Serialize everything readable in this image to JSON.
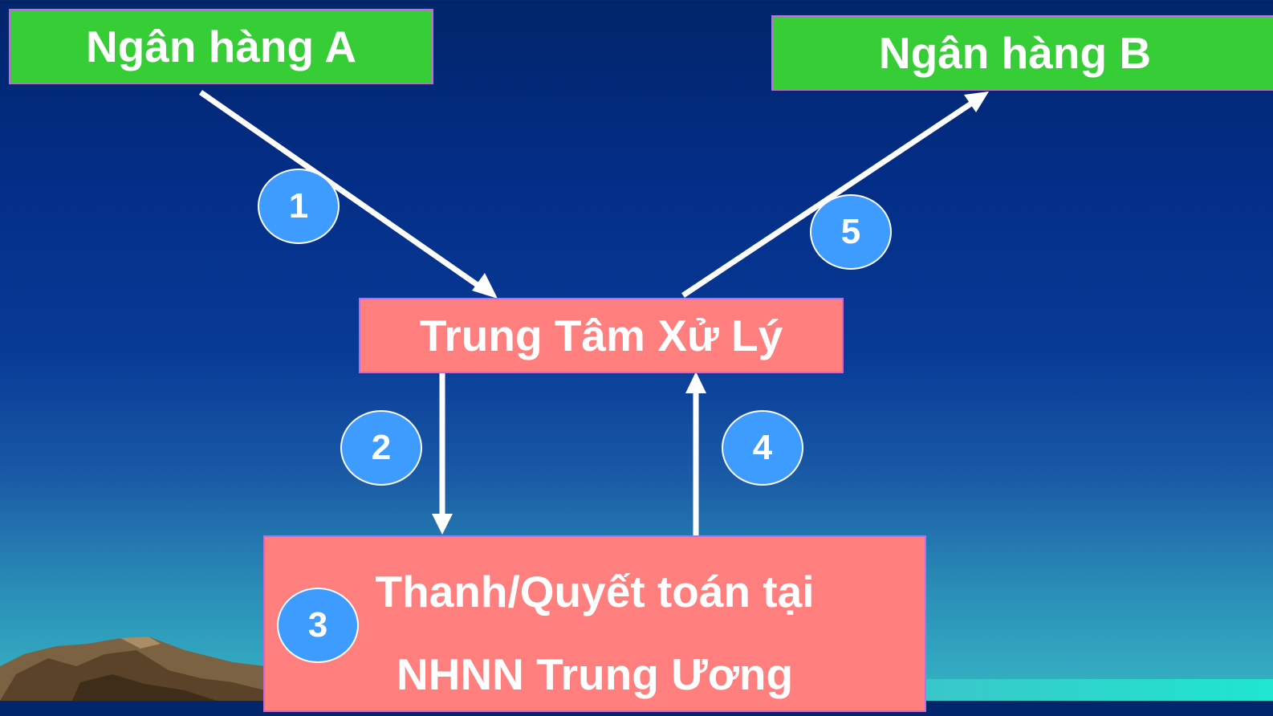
{
  "diagram": {
    "nodes": {
      "bank_a": "Ngân hàng A",
      "bank_b": "Ngân hàng B",
      "processing_center": "Trung Tâm Xử Lý",
      "settlement_line1": "Thanh/Quyết toán tại",
      "settlement_line2": "NHNN Trung Ương"
    },
    "steps": {
      "s1": "1",
      "s2": "2",
      "s3": "3",
      "s4": "4",
      "s5": "5"
    },
    "edges": [
      {
        "from": "bank_a",
        "to": "processing_center",
        "step": "1"
      },
      {
        "from": "processing_center",
        "to": "settlement",
        "step": "2"
      },
      {
        "from": "settlement",
        "to": "processing_center",
        "step": "4"
      },
      {
        "from": "processing_center",
        "to": "bank_b",
        "step": "5"
      }
    ]
  },
  "colors": {
    "bank_box": "#37cd37",
    "center_box": "#ff7f7f",
    "step_circle": "#3e9bff",
    "arrow": "#ffffff",
    "background_top": "#02256a",
    "background_bottom": "#36b4c4"
  }
}
